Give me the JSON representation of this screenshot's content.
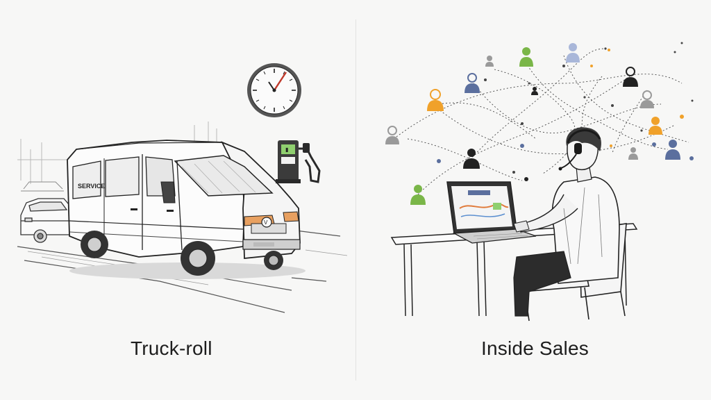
{
  "panels": {
    "left": {
      "caption": "Truck-roll",
      "van_door_text": "SERVICE",
      "icons": [
        "van-icon",
        "clock-icon",
        "fuel-pump-icon",
        "car-icon"
      ]
    },
    "right": {
      "caption": "Inside Sales",
      "icons": [
        "person-with-headset-icon",
        "laptop-icon",
        "desk-icon",
        "chair-icon",
        "contact-person-icon"
      ]
    }
  },
  "colors": {
    "background": "#f7f7f6",
    "ink": "#1d1d1d",
    "contact_orange": "#f0a12a",
    "contact_green": "#7ab648",
    "contact_blue": "#5b6f9e",
    "contact_gray": "#9a9a9a",
    "clock_hand_red": "#c0392b"
  }
}
